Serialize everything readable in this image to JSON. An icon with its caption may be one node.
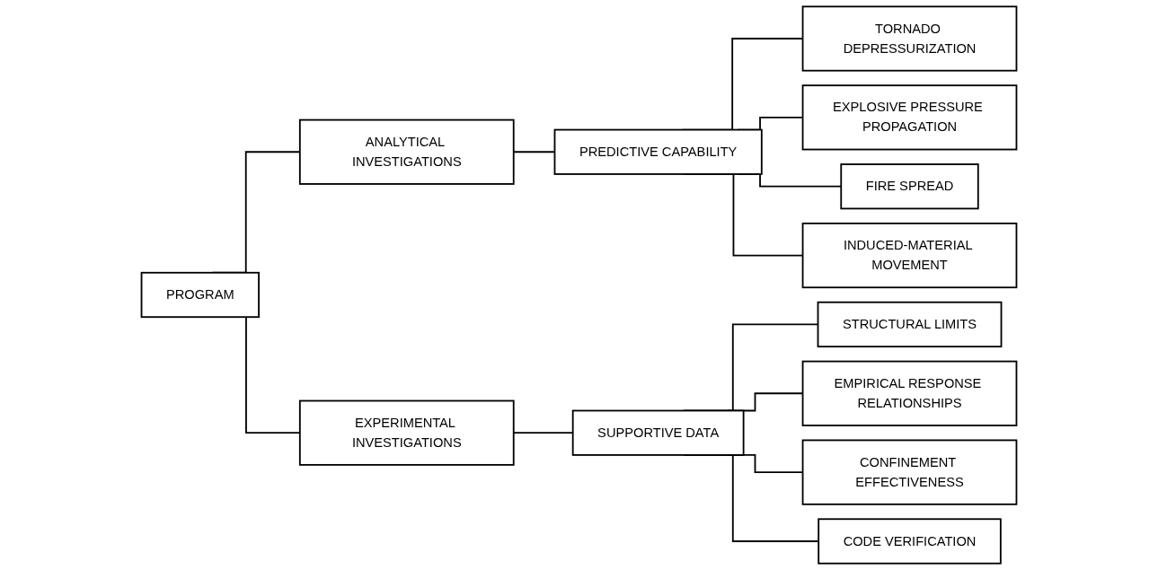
{
  "diagram": {
    "nodes": [
      {
        "text": [
          "PROGRAM"
        ]
      },
      {
        "text": [
          "ANALYTICAL INVESTIGATIONS"
        ]
      },
      {
        "text": [
          "EXPERIMENTAL INVESTIGATIONS"
        ]
      },
      {
        "text": [
          "PREDICTIVE CAPABILITY"
        ]
      },
      {
        "text": [
          "SUPPORTIVE DATA"
        ]
      },
      {
        "text": [
          "TORNADO DEPRESSURIZATION"
        ]
      },
      {
        "text": [
          "EXPLOSIVE PRESSURE PROPAGATION"
        ]
      },
      {
        "text": [
          "FIRE SPREAD"
        ]
      },
      {
        "text": [
          "INDUCED-MATERIAL MOVEMENT"
        ]
      },
      {
        "text": [
          "STRUCTURAL LIMITS"
        ]
      },
      {
        "text": [
          "EMPIRICAL RESPONSE RELATIONSHIPS"
        ]
      },
      {
        "text": [
          "CONFINEMENT EFFECTIVENESS"
        ]
      },
      {
        "text": [
          "CODE VERIFICATION"
        ]
      }
    ],
    "edges": [
      {
        "from": 0,
        "to": 1,
        "arrow": "none"
      },
      {
        "from": 0,
        "to": 2,
        "arrow": "none"
      },
      {
        "from": 1,
        "to": 3,
        "arrow": "none"
      },
      {
        "from": 2,
        "to": 4,
        "arrow": "none"
      },
      {
        "from": 3,
        "to": 5,
        "arrow": "none"
      },
      {
        "from": 3,
        "to": 6,
        "arrow": "none"
      },
      {
        "from": 3,
        "to": 7,
        "arrow": "none"
      },
      {
        "from": 3,
        "to": 8,
        "arrow": "none"
      },
      {
        "from": 4,
        "to": 9,
        "arrow": "none"
      },
      {
        "from": 4,
        "to": 10,
        "arrow": "none"
      },
      {
        "from": 4,
        "to": 11,
        "arrow": "none"
      },
      {
        "from": 4,
        "to": 12,
        "arrow": "none"
      }
    ]
  }
}
